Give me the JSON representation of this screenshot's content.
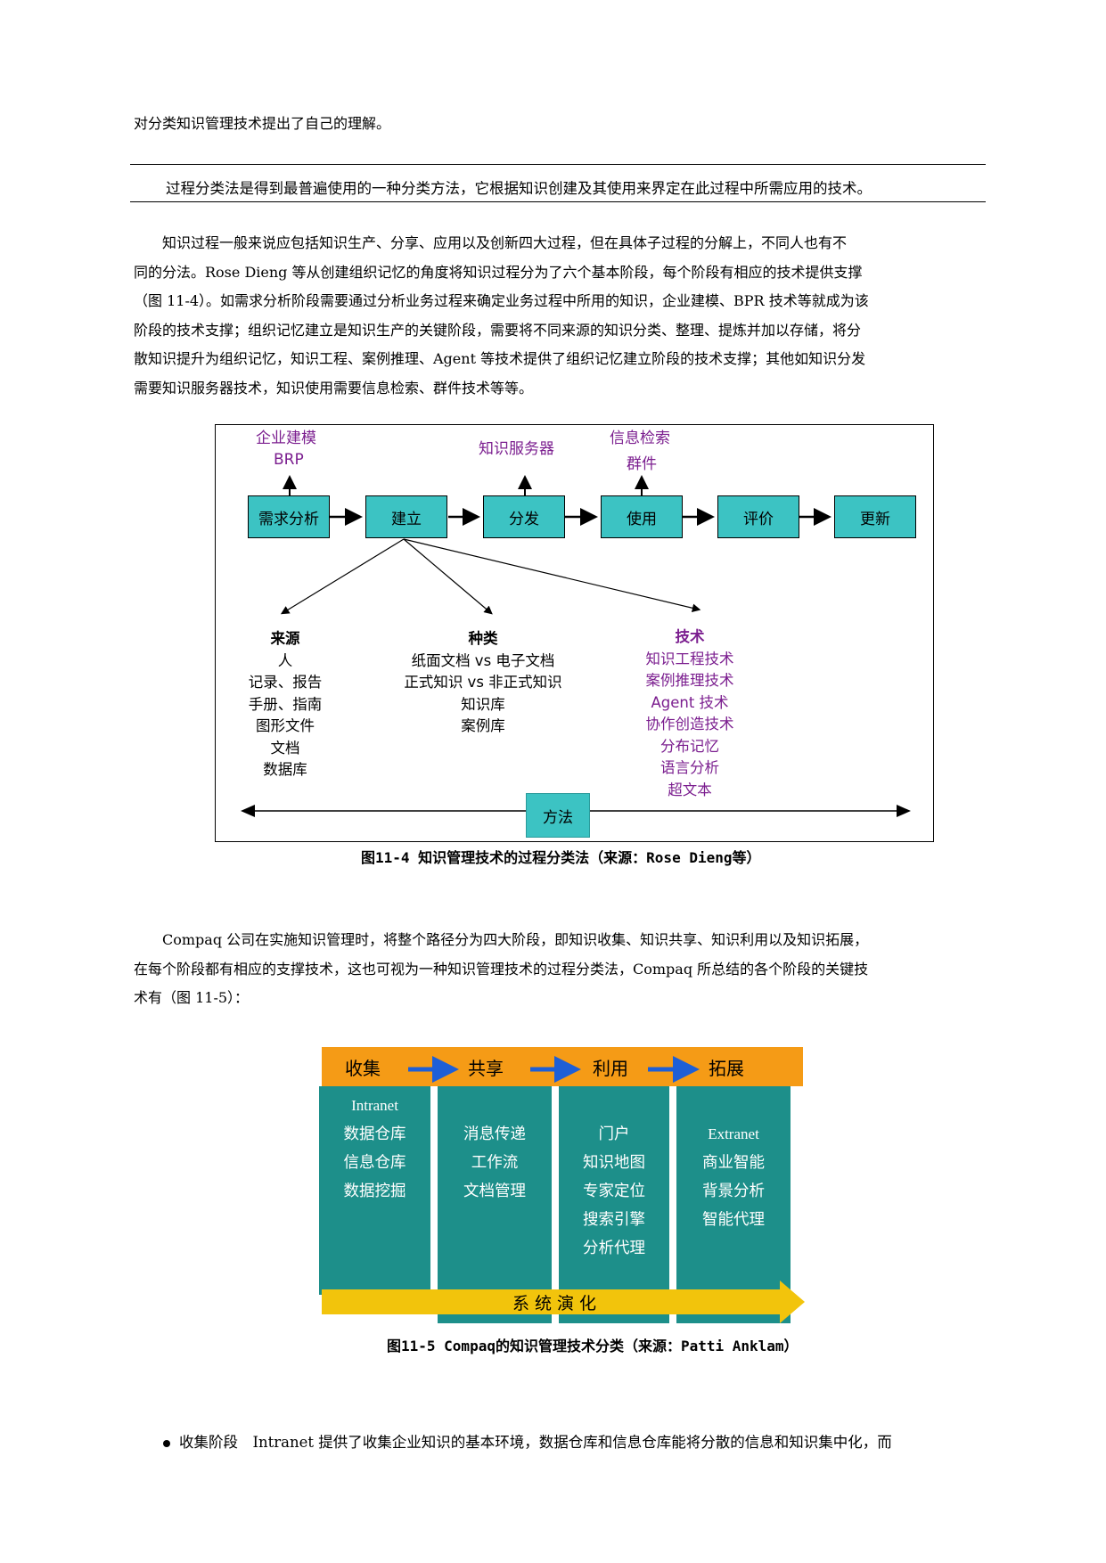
{
  "intro_line": "对分类知识管理技术提出了自己的理解。",
  "quote": "过程分类法是得到最普遍使用的一种分类方法，它根据知识创建及其使用来界定在此过程中所需应用的技术。",
  "para1": [
    "　　知识过程一般来说应包括知识生产、分享、应用以及创新四大过程，但在具体子过程的分解上，不同人也有不",
    "同的分法。Rose Dieng 等从创建组织记忆的角度将知识过程分为了六个基本阶段，每个阶段有相应的技术提供支撑",
    "（图 11-4）。如需求分析阶段需要通过分析业务过程来确定业务过程中所用的知识，企业建模、BPR 技术等就成为该",
    "阶段的技术支撑；组织记忆建立是知识生产的关键阶段，需要将不同来源的知识分类、整理、提炼并加以存储，将分",
    "散知识提升为组织记忆，知识工程、案例推理、Agent 等技术提供了组织记忆建立阶段的技术支撑；其他如知识分发",
    "需要知识服务器技术，知识使用需要信息检索、群件技术等等。"
  ],
  "fig1": {
    "stages": [
      "需求分析",
      "建立",
      "分发",
      "使用",
      "评价",
      "更新"
    ],
    "above_stage1": [
      "企业建模",
      "BRP"
    ],
    "above_stage3": [
      "知识服务器"
    ],
    "above_stage4": [
      "信息检索",
      "群件"
    ],
    "sources": {
      "heading": "来源",
      "items": [
        "人",
        "记录、报告",
        "手册、指南",
        "图形文件",
        "文档",
        "数据库"
      ]
    },
    "kinds": {
      "heading": "种类",
      "items": [
        "纸面文档 vs 电子文档",
        "正式知识 vs 非正式知识",
        "知识库",
        "案例库"
      ]
    },
    "techs": {
      "heading": "技术",
      "items": [
        "知识工程技术",
        "案例推理技术",
        "Agent 技术",
        "协作创造技术",
        "分布记忆",
        "语言分析",
        "超文本"
      ]
    },
    "method": "方法",
    "caption": "图11-4 知识管理技术的过程分类法（来源：Rose Dieng等）"
  },
  "para2": [
    "　　Compaq 公司在实施知识管理时，将整个路径分为四大阶段，即知识收集、知识共享、知识利用以及知识拓展，",
    "在每个阶段都有相应的支撑技术，这也可视为一种知识管理技术的过程分类法，Compaq 所总结的各个阶段的关键技",
    "术有（图 11-5）："
  ],
  "fig2": {
    "phases": [
      "收集",
      "共享",
      "利用",
      "拓展"
    ],
    "columns": [
      [
        "Intranet",
        "数据仓库",
        "信息仓库",
        "数据挖掘"
      ],
      [
        "",
        "消息传递",
        "工作流",
        "文档管理"
      ],
      [
        "",
        "门户",
        "知识地图",
        "专家定位",
        "搜索引擎",
        "分析代理"
      ],
      [
        "",
        "Extranet",
        "商业智能",
        "背景分析",
        "智能代理"
      ]
    ],
    "evolution": "系统演化",
    "caption": "图11-5 Compaq的知识管理技术分类（来源：Patti Anklam）"
  },
  "bullet": "收集阶段　Intranet 提供了收集企业知识的基本环境，数据仓库和信息仓库能将分散的信息和知识集中化，而"
}
